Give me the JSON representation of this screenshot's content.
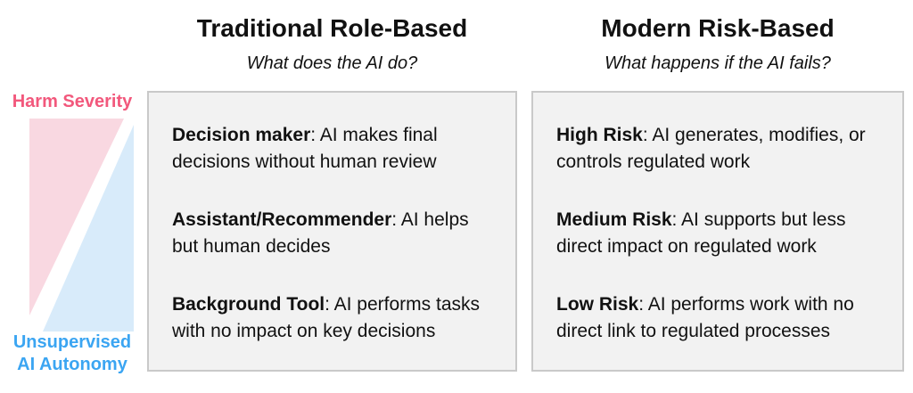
{
  "axis": {
    "top_label": "Harm Severity",
    "bottom_label_line1": "Unsupervised",
    "bottom_label_line2": "AI Autonomy",
    "colors": {
      "harm_text": "#F2587C",
      "autonomy_text": "#3BA5F2",
      "harm_fill": "#F9D8E1",
      "autonomy_fill": "#D8EBFA"
    }
  },
  "columns": [
    {
      "title": "Traditional Role-Based",
      "subtitle": "What does the AI do?",
      "items": [
        {
          "term": "Decision maker",
          "desc": ": AI makes final decisions without human review"
        },
        {
          "term": "Assistant/Recommender",
          "desc": ": AI helps but human decides"
        },
        {
          "term": "Background Tool",
          "desc": ": AI performs tasks with no impact on key decisions"
        }
      ]
    },
    {
      "title": "Modern Risk-Based",
      "subtitle": "What happens if the AI fails?",
      "items": [
        {
          "term": "High Risk",
          "desc": ": AI generates, modifies, or controls regulated work"
        },
        {
          "term": "Medium Risk",
          "desc": ": AI supports but less direct impact on regulated work"
        },
        {
          "term": "Low Risk",
          "desc": ": AI performs work with no direct link to regulated processes"
        }
      ]
    }
  ]
}
